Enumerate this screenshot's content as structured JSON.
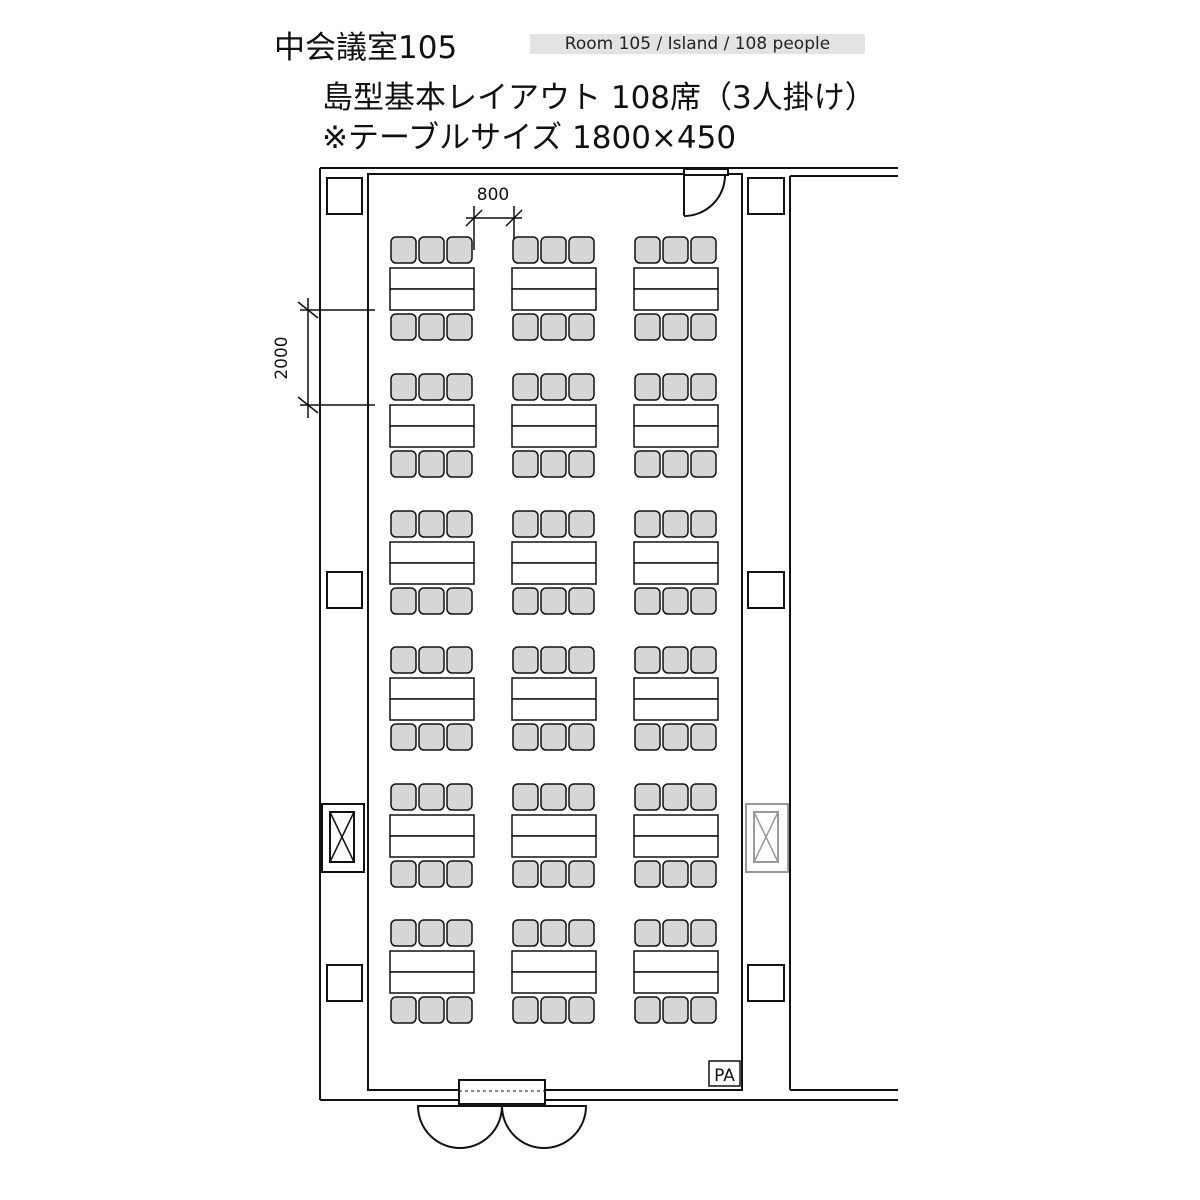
{
  "header": {
    "room_title": "中会議室105",
    "tag": "Room 105 / Island / 108 people",
    "layout_line": "島型基本レイアウト 108席（3人掛け）",
    "table_size_line": "※テーブルサイズ 1800×450"
  },
  "plan": {
    "dimension_aisle": "800",
    "dimension_row_pitch": "2000",
    "pa_label": "PA",
    "island_grid": {
      "rows": 6,
      "columns": 3,
      "chairs_per_side": 3,
      "tables_per_island": 2
    },
    "total_seats": 108
  },
  "colors": {
    "line": "#111111",
    "chair_fill": "#d6d6d6",
    "tag_bg": "#e3e3e3",
    "light_line": "#999999"
  }
}
